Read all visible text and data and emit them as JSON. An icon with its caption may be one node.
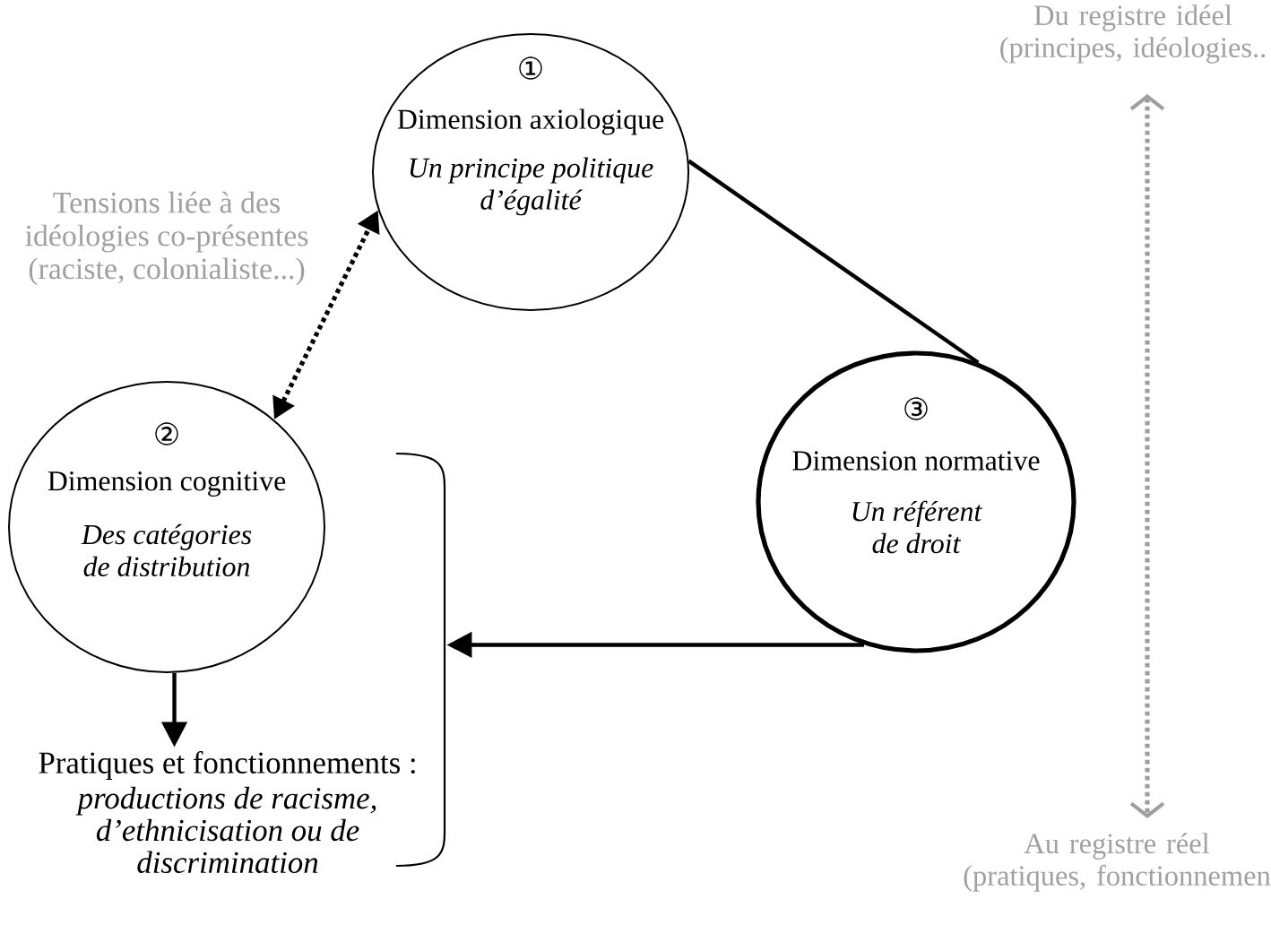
{
  "diagram": {
    "nodes": [
      {
        "text": [
          "①",
          "Dimension axiologique",
          "Un principe politique d’égalité"
        ]
      },
      {
        "text": [
          "②",
          "Dimension cognitive",
          "Des catégories de distribution"
        ]
      },
      {
        "text": [
          "③",
          "Dimension normative",
          "Un référent de droit"
        ]
      },
      {
        "text": [
          "Pratiques et fonctionnements :",
          "productions de racisme, d’ethnicisation ou de discrimination"
        ]
      },
      {
        "text": [],
        "shape": "bracket"
      },
      {
        "text": [
          "Du registre idéel (principes, idéologies.."
        ]
      },
      {
        "text": [
          "Au registre réel (pratiques, fonctionnemen"
        ]
      }
    ],
    "edges": [
      {
        "from": 1,
        "to": 0,
        "arrow": "both",
        "style": "dashed",
        "label": "Tensions liée à des idéologies co-présentes (raciste, colonialiste...)"
      },
      {
        "from": 0,
        "to": 2,
        "arrow": "none"
      },
      {
        "from": 2,
        "to": 4,
        "arrow": "to"
      },
      {
        "from": 1,
        "to": 3,
        "arrow": "to"
      },
      {
        "from": 5,
        "to": 6,
        "arrow": "both",
        "style": "dashed",
        "color": "#9e9e9e"
      }
    ]
  }
}
